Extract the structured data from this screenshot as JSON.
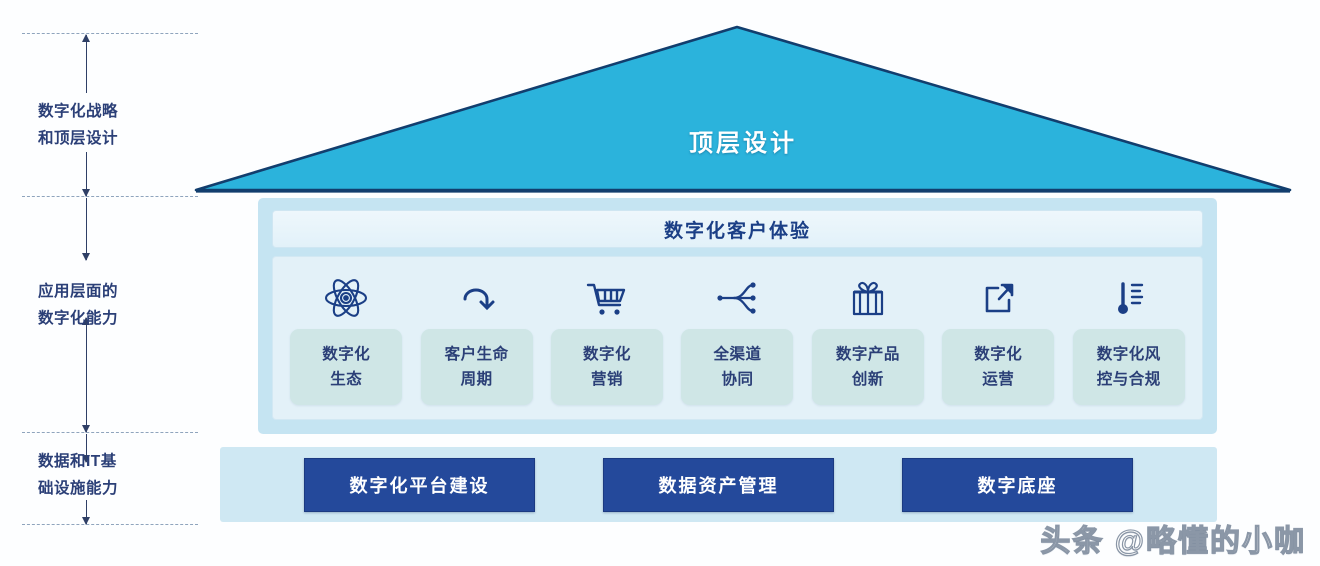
{
  "diagram": {
    "title_roof": "顶层设计",
    "axis_groups": [
      {
        "label": "数字化战略\n和顶层设计",
        "line1": "数字化战略",
        "line2": "和顶层设计"
      },
      {
        "label": "应用层面的\n数字化能力",
        "line1": "应用层面的",
        "line2": "数字化能力"
      },
      {
        "label": "数据和IT基\n础设施能力",
        "line1": "数据和IT基",
        "line2": "础设施能力"
      }
    ],
    "experience_bar": "数字化客户体验",
    "capabilities": [
      {
        "icon": "atom-icon",
        "line1": "数字化",
        "line2": "生态"
      },
      {
        "icon": "loop-arrow-icon",
        "line1": "客户生命",
        "line2": "周期"
      },
      {
        "icon": "shopping-cart-icon",
        "line1": "数字化",
        "line2": "营销"
      },
      {
        "icon": "share-branch-icon",
        "line1": "全渠道",
        "line2": "协同"
      },
      {
        "icon": "gift-icon",
        "line1": "数字产品",
        "line2": "创新"
      },
      {
        "icon": "external-link-icon",
        "line1": "数字化",
        "line2": "运营"
      },
      {
        "icon": "thermometer-icon",
        "line1": "数字化风",
        "line2": "控与合规"
      }
    ],
    "foundation": [
      "数字化平台建设",
      "数据资产管理",
      "数字底座"
    ],
    "watermark": "头条 @略懂的小咖",
    "colors": {
      "roof_fill": "#2bb3dc",
      "roof_stroke": "#123e6e",
      "panel_bg": "#c5e4f2",
      "capability_area": "#e3f1f8",
      "capability_box": "#cfe6e6",
      "foundation_band": "#cfe8f3",
      "foundation_box": "#24499b",
      "text_navy": "#2b3f77",
      "divider": "#8fa4bd"
    }
  }
}
